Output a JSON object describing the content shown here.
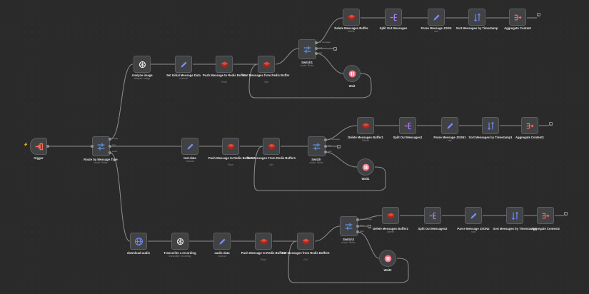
{
  "colors": {
    "background": "#2a2a2a",
    "node_fill": "#414244",
    "edge": "#8f8f8f",
    "redis": "#d82c20",
    "set": "#7b8dff",
    "split": "#b07bff",
    "sort": "#6e8cff",
    "aggregate": "#ff6d5a",
    "switch": "#5f8bd8",
    "wait": "#ff7a8a"
  },
  "trigger": {
    "label": "trigger",
    "icon": "sign-in-icon"
  },
  "router": {
    "label": "Route by Message Type",
    "sub": "mode: Rules",
    "outputs": [
      "image",
      "text",
      "audio"
    ]
  },
  "row1": {
    "analyze_image": {
      "label": "Analyze image",
      "sub": "analyze: image",
      "icon": "openai-icon"
    },
    "set_initial": {
      "label": "Set Initial Message Data",
      "sub": "manual",
      "icon": "pencil-icon"
    },
    "push": {
      "label": "Push Message to Redis Buffer",
      "sub": "Push",
      "icon": "redis-icon"
    },
    "get": {
      "label": "Get Messages from Redis Buffer",
      "sub": "Get",
      "icon": "redis-icon"
    },
    "switch": {
      "label": "Switch1",
      "sub": "mode: Rules",
      "outputs": [
        "1st message",
        "wait",
        "wait"
      ]
    },
    "delete": {
      "label": "Delete Messages Buffer",
      "sub": "Delete",
      "icon": "redis-icon"
    },
    "split": {
      "label": "Split Out Messages",
      "icon": "split-icon"
    },
    "parse": {
      "label": "Parse Message JSON",
      "sub": "raw",
      "icon": "pencil-icon"
    },
    "sort": {
      "label": "Sort Messages by Timestamp",
      "icon": "sort-icon"
    },
    "aggregate": {
      "label": "Aggregate Content",
      "icon": "aggregate-icon"
    },
    "wait": {
      "label": "Wait",
      "icon": "pause-icon"
    }
  },
  "row2": {
    "text_data": {
      "label": "text-data",
      "sub": "manual",
      "icon": "pencil-icon"
    },
    "push": {
      "label": "Push Message to Redis Buffer1",
      "sub": "Push",
      "icon": "redis-icon"
    },
    "get": {
      "label": "Get Messages From Redis Buffer1",
      "sub": "Get",
      "icon": "redis-icon"
    },
    "switch": {
      "label": "Switch",
      "sub": "mode: Rules",
      "outputs": [
        "1st message",
        "wait",
        "wait"
      ]
    },
    "delete": {
      "label": "Delete Messages Buffer1",
      "sub": "Delete",
      "icon": "redis-icon"
    },
    "split": {
      "label": "Split Out Messages1",
      "icon": "split-icon"
    },
    "parse": {
      "label": "Parse Message JSON1",
      "sub": "raw",
      "icon": "pencil-icon"
    },
    "sort": {
      "label": "Sort Messages by Timestamp1",
      "icon": "sort-icon"
    },
    "aggregate": {
      "label": "Aggregate Content1",
      "icon": "aggregate-icon"
    },
    "wait": {
      "label": "Wait1",
      "icon": "pause-icon"
    }
  },
  "row3": {
    "download": {
      "label": "download-audio",
      "icon": "globe-icon"
    },
    "transcribe": {
      "label": "Transcribe a recording",
      "sub": "transcribe: recording",
      "icon": "openai-icon"
    },
    "audio_data": {
      "label": "audio-data",
      "sub": "manual",
      "icon": "pencil-icon"
    },
    "push": {
      "label": "Push Message to Redis Buffer2",
      "sub": "Push",
      "icon": "redis-icon"
    },
    "get": {
      "label": "Get Messages from Redis Buffer2",
      "sub": "Get",
      "icon": "redis-icon"
    },
    "switch": {
      "label": "Switch2",
      "sub": "mode: Rules",
      "outputs": [
        "1st message",
        "wait",
        "wait"
      ]
    },
    "delete": {
      "label": "Delete Messages Buffer2",
      "sub": "Delete",
      "icon": "redis-icon"
    },
    "split": {
      "label": "Split Out Messages2",
      "icon": "split-icon"
    },
    "parse": {
      "label": "Parse Message JSON2",
      "sub": "raw",
      "icon": "pencil-icon"
    },
    "sort": {
      "label": "Sort Messages by Timestamp2",
      "icon": "sort-icon"
    },
    "aggregate": {
      "label": "Aggregate Content2",
      "icon": "aggregate-icon"
    },
    "wait": {
      "label": "Wait2",
      "icon": "pause-icon"
    }
  }
}
